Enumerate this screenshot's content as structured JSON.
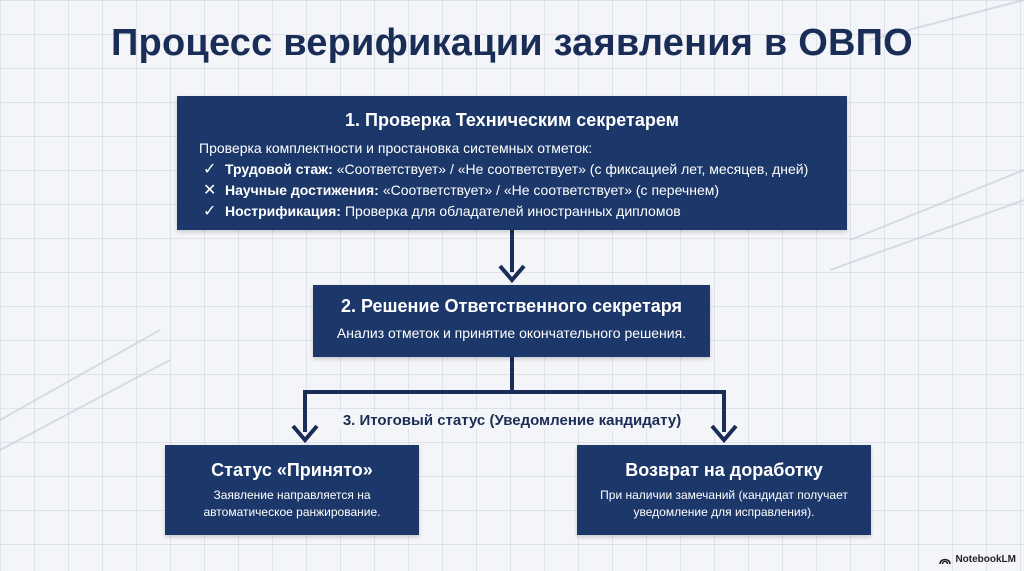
{
  "title": "Процесс верификации заявления в ОВПО",
  "step1": {
    "title": "1. Проверка Техническим секретарем",
    "intro": "Проверка комплектности и простановка системных отметок:",
    "items": [
      {
        "mark": "✓",
        "label": "Трудовой стаж:",
        "text": "«Соответствует» / «Не соответствует» (с фиксацией лет, месяцев, дней)"
      },
      {
        "mark": "✕",
        "label": "Научные достижения:",
        "text": "«Соответствует» / «Не соответствует» (с перечнем)"
      },
      {
        "mark": "✓",
        "label": "Нострификация:",
        "text": "Проверка для обладателей иностранных дипломов"
      }
    ]
  },
  "step2": {
    "title": "2. Решение Ответственного секретаря",
    "desc": "Анализ отметок и принятие окончательного решения."
  },
  "step3": {
    "label": "3. Итоговый статус (Уведомление кандидату)",
    "accepted": {
      "title": "Статус «Принято»",
      "desc_line1": "Заявление направляется на",
      "desc_line2": "автоматическое ранжирование."
    },
    "returned": {
      "title": "Возврат на доработку",
      "desc_line1": "При наличии замечаний (кандидат получает",
      "desc_line2": "уведомление для исправления)."
    }
  },
  "watermark": "NotebookLM",
  "colors": {
    "box": "#1c3769",
    "title": "#1a2d57",
    "arrow": "#1a2d57"
  }
}
